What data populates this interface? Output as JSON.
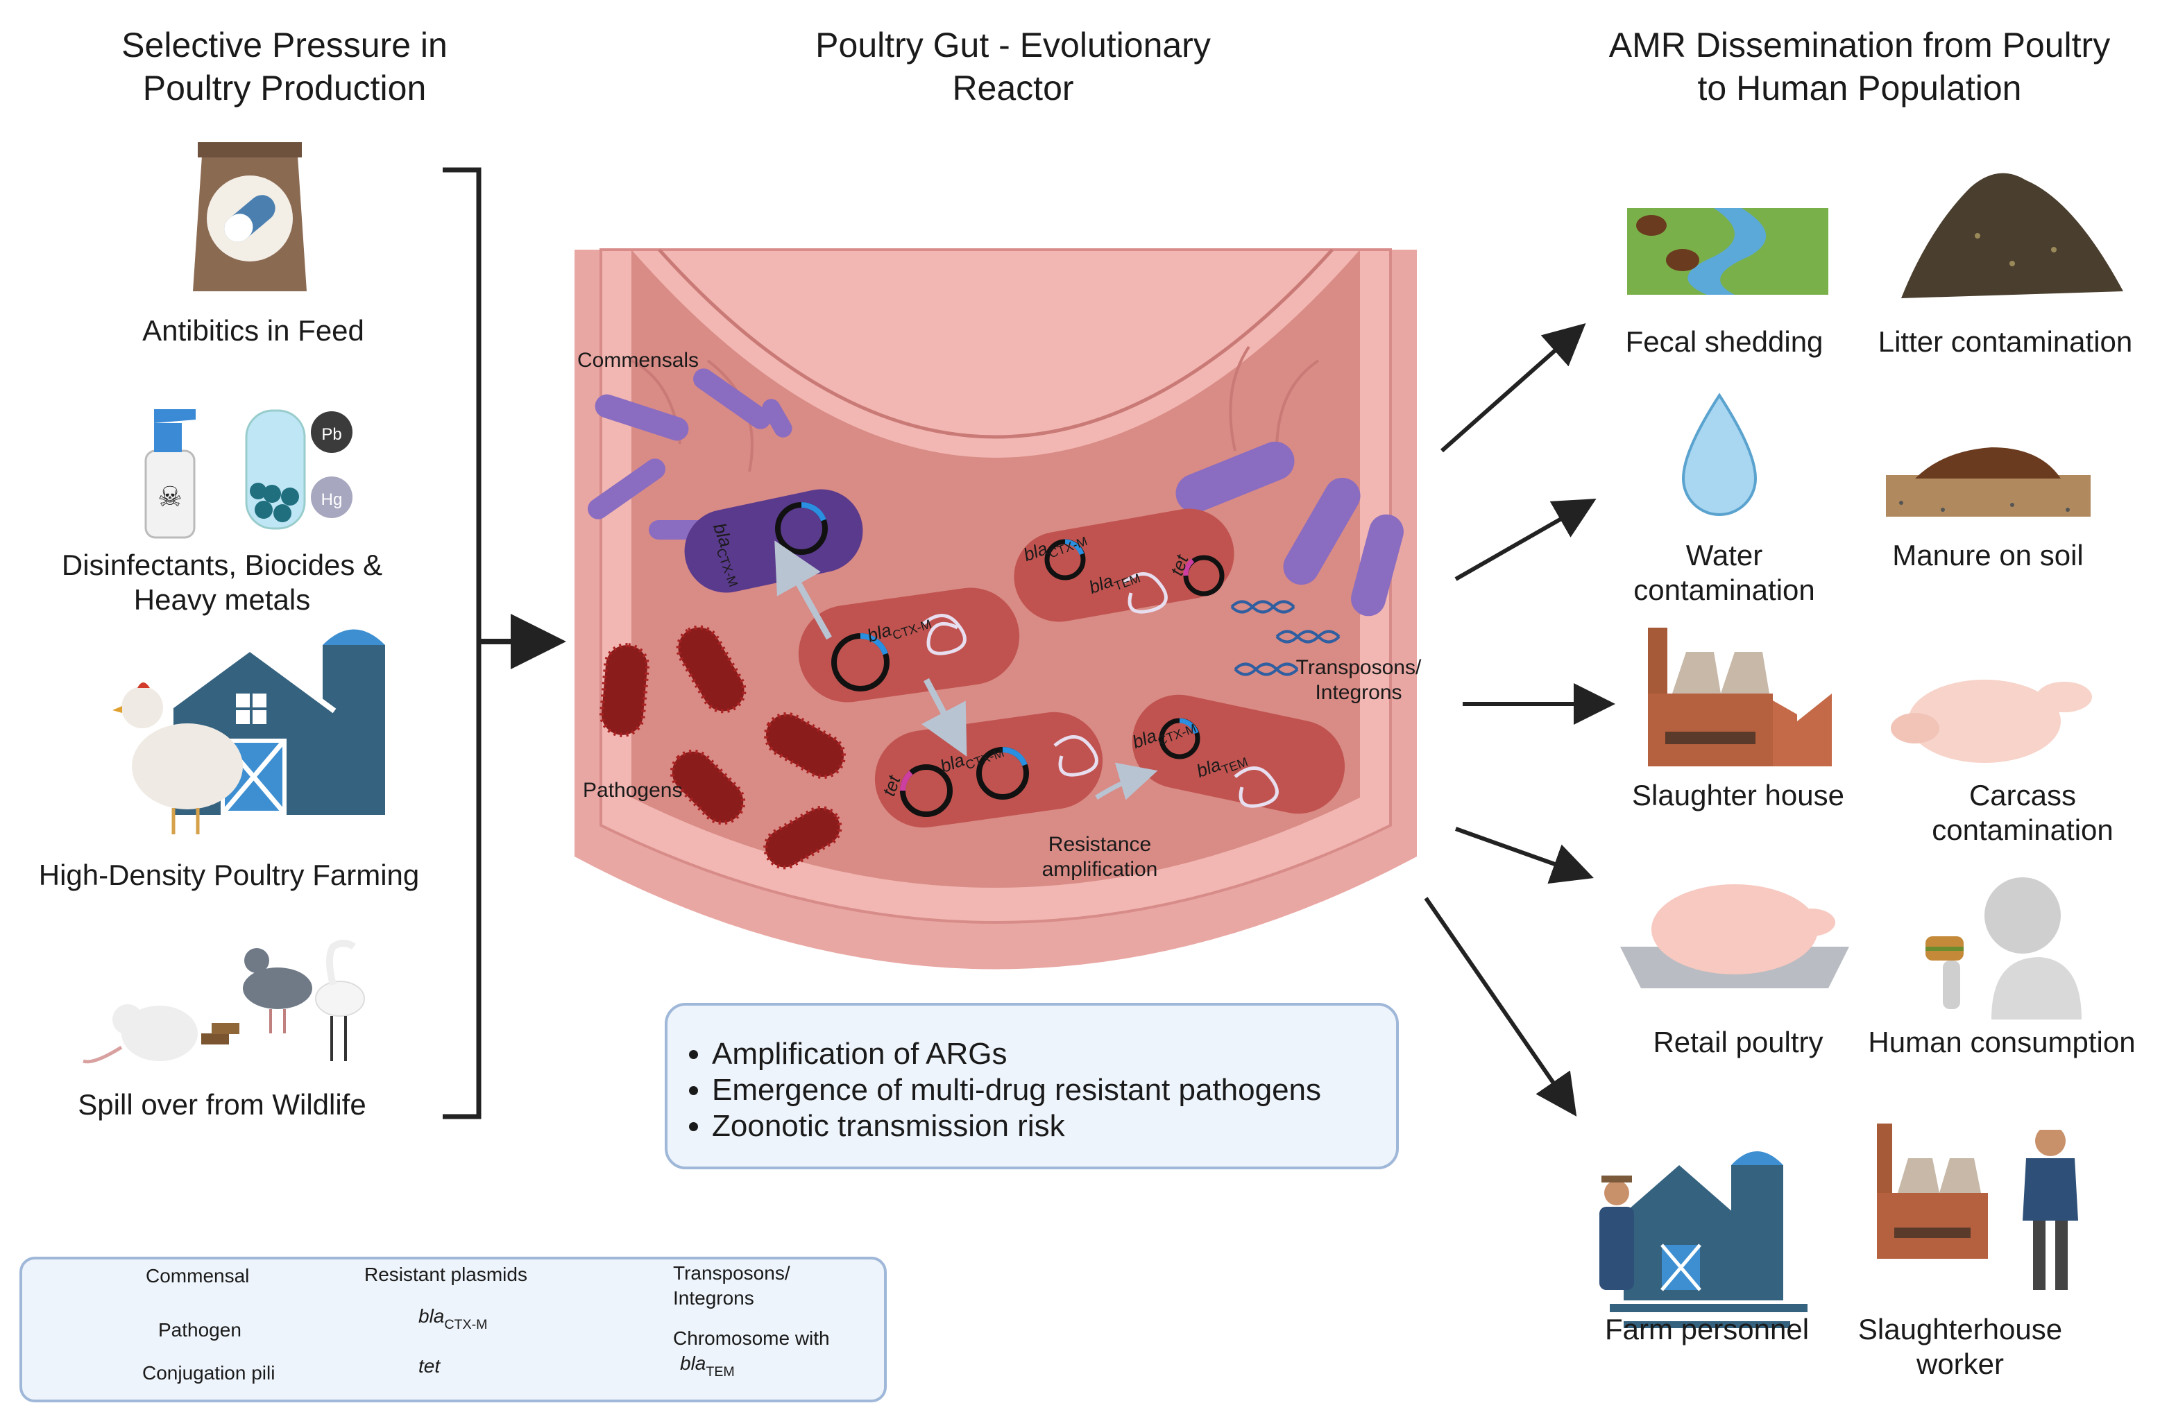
{
  "columns": {
    "left": "Selective Pressure in Poultry Production",
    "middle": "Poultry Gut - Evolutionary Reactor",
    "right": "AMR Dissemination from Poultry to Human Population"
  },
  "left_items": {
    "feed": "Antibitics in Feed",
    "disinfectants": "Disinfectants, Biocides & Heavy metals",
    "farming": "High-Density Poultry Farming",
    "wildlife": "Spill over from Wildlife",
    "pb": "Pb",
    "hg": "Hg"
  },
  "gut_labels": {
    "commensals": "Commensals",
    "pathogens": "Pathogens",
    "transposons": "Transposons/ Integrons",
    "amplification": "Resistance amplification",
    "bla": "bla",
    "ctx": "CTX-M",
    "tem": "TEM",
    "tet": "tet"
  },
  "outcomes": [
    "Amplification of ARGs",
    "Emergence of multi-drug resistant pathogens",
    "Zoonotic transmission risk"
  ],
  "right_items": {
    "fecal": "Fecal shedding",
    "litter": "Litter contamination",
    "water": "Water contamination",
    "manure": "Manure on soil",
    "slaughter": "Slaughter house",
    "carcass": "Carcass contamination",
    "retail": "Retail poultry",
    "human": "Human consumption",
    "farm_personnel": "Farm personnel",
    "worker": "Slaughterhouse worker"
  },
  "legend": {
    "commensal": "Commensal",
    "pathogen": "Pathogen",
    "pili": "Conjugation pili",
    "plasmids": "Resistant plasmids",
    "bla": "bla",
    "ctx": "CTX-M",
    "tet": "tet",
    "transposons": "Transposons/ Integrons",
    "chromosome": "Chromosome with",
    "tem": "TEM"
  },
  "colors": {
    "commensal": "#8a6cc0",
    "pathogen": "#8b1c1c",
    "gut_tissue": "#e8a3a0",
    "gut_lumen": "#d98b86",
    "bacterium_red": "#c0534f",
    "purple_cell": "#5a3a8c",
    "ctx_ring": "#2a8fe0",
    "tet_ring": "#cc3fa0",
    "arrow": "#222222",
    "box_border": "#9fb7d8",
    "box_fill": "#eef4fb"
  }
}
